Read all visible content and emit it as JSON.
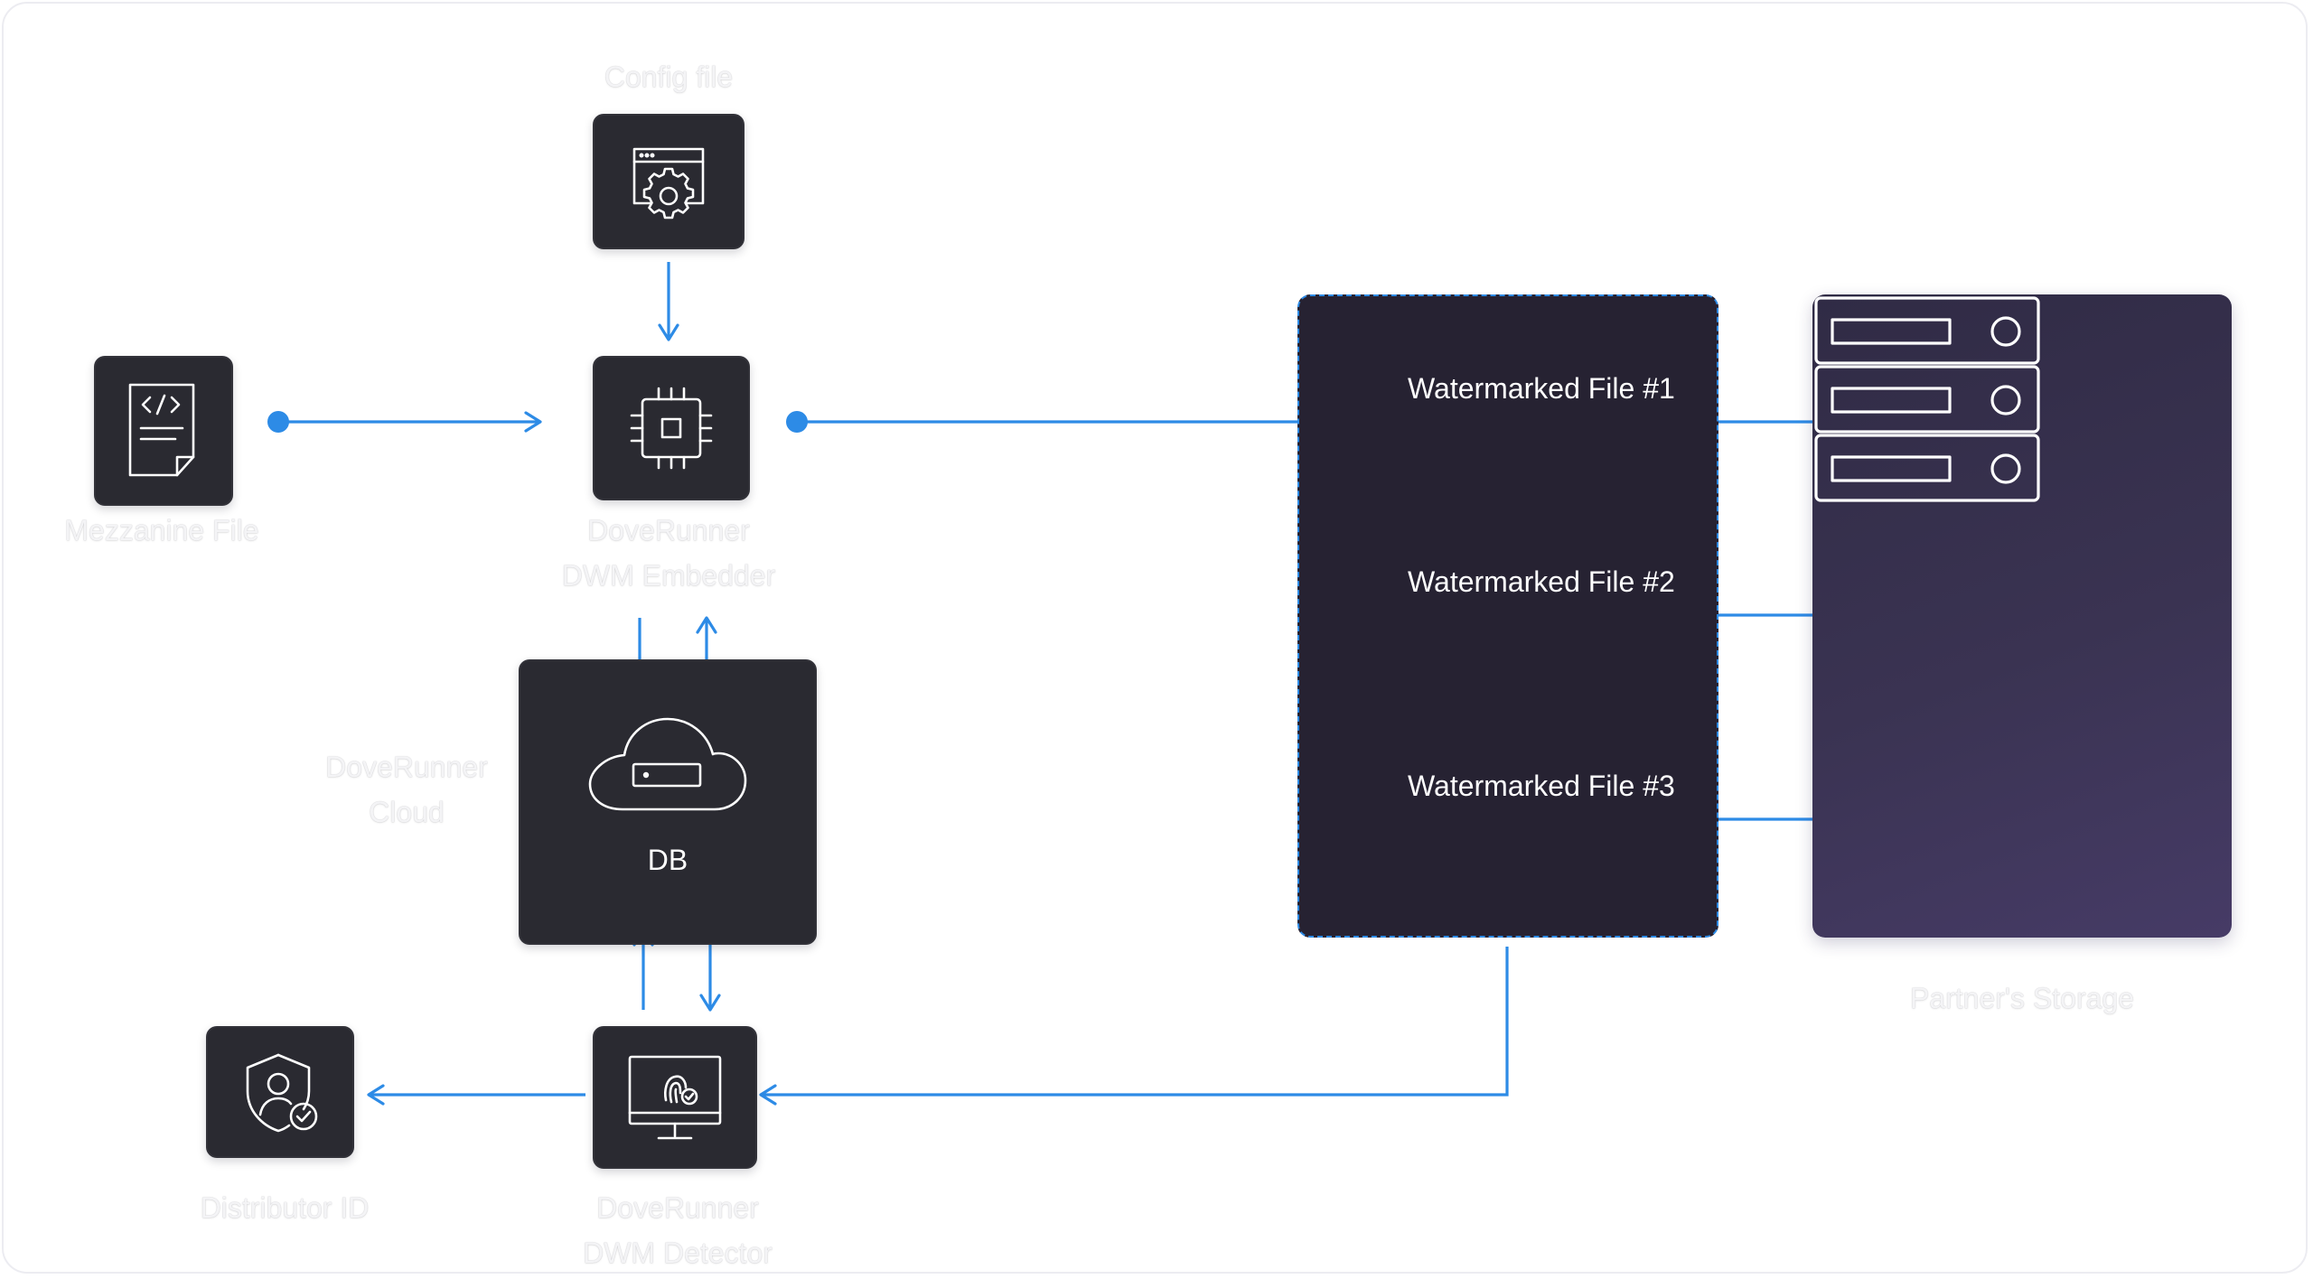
{
  "diagram": {
    "config_file": {
      "label": "Config file",
      "icon": "config-window-gear-icon"
    },
    "mezzanine_file": {
      "label": "Mezzanine File",
      "icon": "code-document-icon"
    },
    "embedder": {
      "label_line1": "DoveRunner",
      "label_line2": "DWM Embedder",
      "icon": "chip-icon"
    },
    "cloud": {
      "label_line1": "DoveRunner",
      "label_line2": "Cloud",
      "db_label": "DB",
      "icon": "cloud-db-icon"
    },
    "detector": {
      "label_line1": "DoveRunner",
      "label_line2": "DWM Detector",
      "icon": "monitor-fingerprint-icon"
    },
    "distributor": {
      "label": "Distributor ID",
      "icon": "shield-user-check-icon"
    },
    "watermarked_files": [
      "Watermarked File #1",
      "Watermarked File #2",
      "Watermarked File #3"
    ],
    "storage": {
      "label": "Partner's Storage",
      "icon": "server-rack-icon"
    }
  },
  "colors": {
    "arrow": "#2d8be6",
    "node_bg": "#2a2a31",
    "panel_bg": "#262232",
    "storage_bg": "#3a3352",
    "caption_text": "#f4f4f6"
  }
}
